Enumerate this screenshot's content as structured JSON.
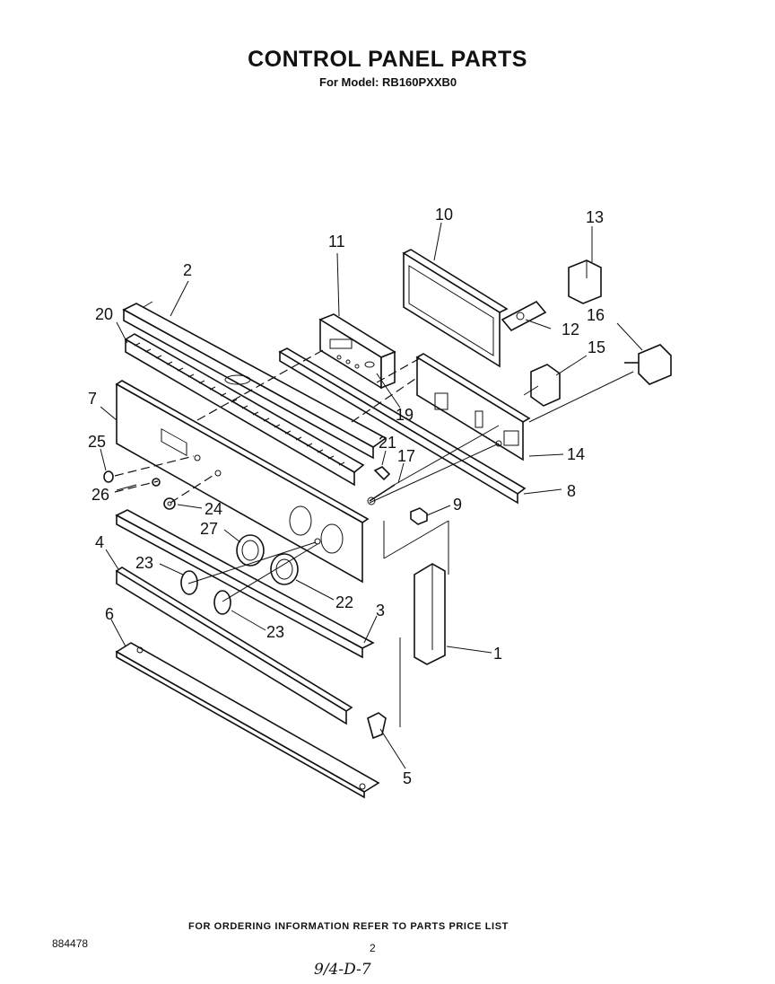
{
  "header": {
    "title": "CONTROL PANEL PARTS",
    "subtitle": "For Model: RB160PXXB0"
  },
  "footer": {
    "note": "FOR ORDERING INFORMATION REFER TO PARTS PRICE LIST",
    "doc_number": "884478",
    "page_number": "2",
    "handwritten": "9/4-D-7"
  },
  "callouts": {
    "c1": "1",
    "c2": "2",
    "c3": "3",
    "c4": "4",
    "c5": "5",
    "c6": "6",
    "c7": "7",
    "c8": "8",
    "c9": "9",
    "c10": "10",
    "c11": "11",
    "c12": "12",
    "c13": "13",
    "c14": "14",
    "c15": "15",
    "c16": "16",
    "c17": "17",
    "c19": "19",
    "c20": "20",
    "c21": "21",
    "c22": "22",
    "c23a": "23",
    "c23b": "23",
    "c24": "24",
    "c25": "25",
    "c26": "26",
    "c27": "27"
  }
}
